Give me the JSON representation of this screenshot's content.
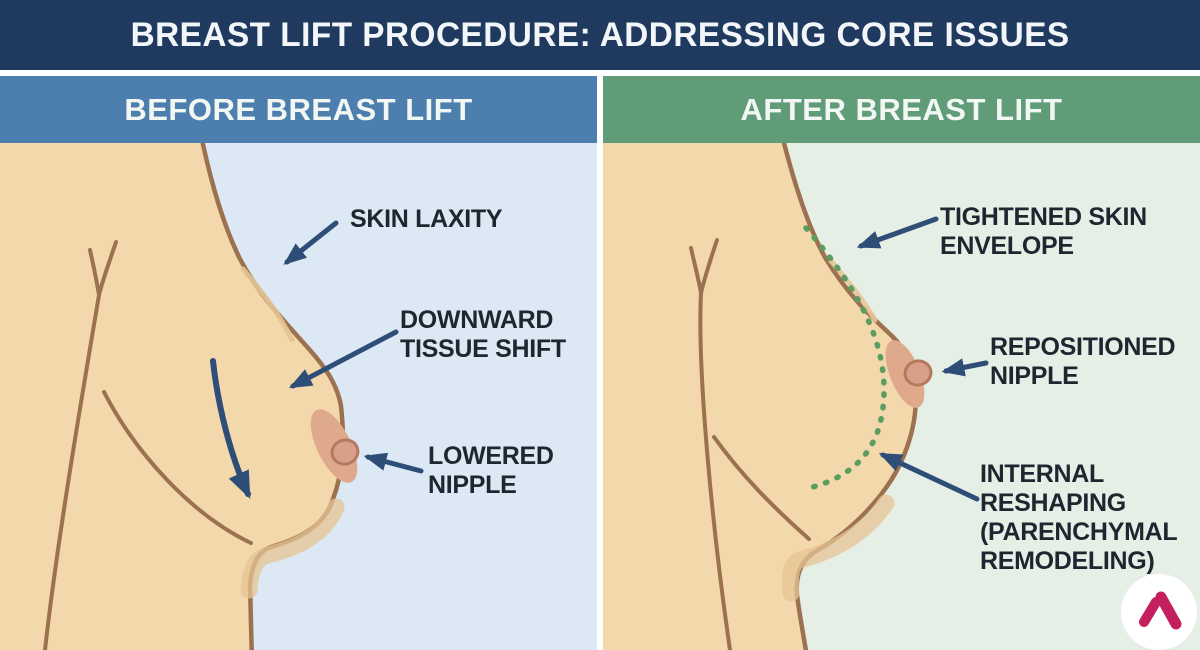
{
  "title": "BREAST LIFT PROCEDURE: ADDRESSING CORE ISSUES",
  "panels": {
    "before": {
      "header": "BEFORE BREAST LIFT",
      "labels": {
        "skin_laxity": [
          "SKIN LAXITY"
        ],
        "downward_tissue_shift": [
          "DOWNWARD",
          "TISSUE SHIFT"
        ],
        "lowered_nipple": [
          "LOWERED",
          "NIPPLE"
        ]
      }
    },
    "after": {
      "header": "AFTER BREAST LIFT",
      "labels": {
        "tightened_skin_envelope": [
          "TIGHTENED SKIN",
          "ENVELOPE"
        ],
        "repositioned_nipple": [
          "REPOSITIONED",
          "NIPPLE"
        ],
        "internal_reshaping": [
          "INTERNAL",
          "RESHAPING",
          "(PARENCHYMAL",
          "REMODELING)"
        ]
      }
    }
  },
  "colors": {
    "title_bar": "#1f3a5e",
    "before_band": "#4d7fae",
    "after_band": "#5f9c77",
    "before_bg": "#dce8f3",
    "after_bg": "#e5efe6",
    "skin": "#f3d8ac",
    "skin_outline": "#9c7150",
    "skin_shadow": "#e6c493",
    "areola": "#dfa98c",
    "nipple": "#d9a089",
    "nipple_outline": "#b5795f",
    "arrow": "#2e4d77",
    "label_text": "#1e2630",
    "dashed_line": "#5c9c60",
    "logo_mark": "#c41f5e",
    "logo_bg": "#ffffff",
    "divider": "#ffffff"
  }
}
